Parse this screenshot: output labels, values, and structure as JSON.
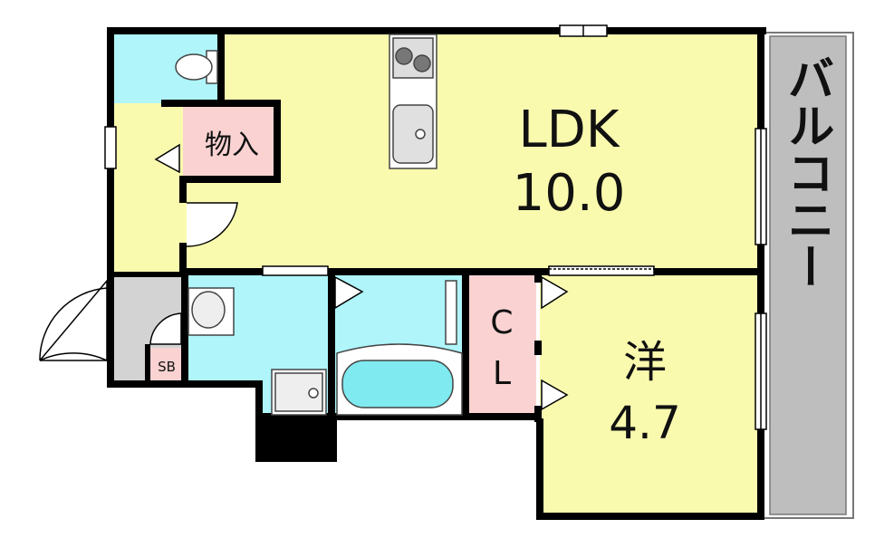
{
  "rooms": {
    "ldk": {
      "name": "LDK",
      "size": "10.0"
    },
    "western": {
      "name": "洋",
      "size": "4.7"
    },
    "storage": {
      "name": "物入"
    },
    "closet": {
      "line1": "C",
      "line2": "L"
    },
    "shoe_box": {
      "name": "SB"
    },
    "balcony": {
      "name": "バルコニー"
    }
  },
  "colors": {
    "living_yellow": "#FAFAAF",
    "wet_area_cyan": "#AFF5FA",
    "storage_pink": "#FAD2D2",
    "entrance_gray": "#D3D3D3",
    "balcony_gray": "#BEBEBE",
    "wall": "#000000"
  }
}
